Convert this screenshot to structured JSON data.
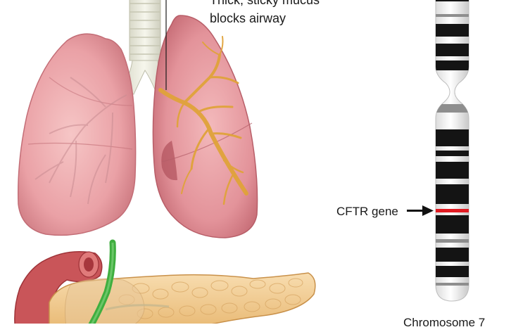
{
  "labels": {
    "mucus_line1": "Thick, sticky mucus",
    "mucus_line2": "blocks airway",
    "gene": "CFTR gene",
    "chromosome": "Chromosome 7"
  },
  "colors": {
    "lung": "#e9a4a8",
    "lung_dark": "#c9747c",
    "mucus": "#e0a33a",
    "trachea": "#e8e8dc",
    "pancreas": "#f2cf94",
    "duct": "#3fae3f",
    "band_dark": "#141414",
    "band_gray": "#9a9a9a",
    "cftr_band": "#e11b22"
  },
  "icons": {
    "arrow": "right-arrow-icon"
  }
}
